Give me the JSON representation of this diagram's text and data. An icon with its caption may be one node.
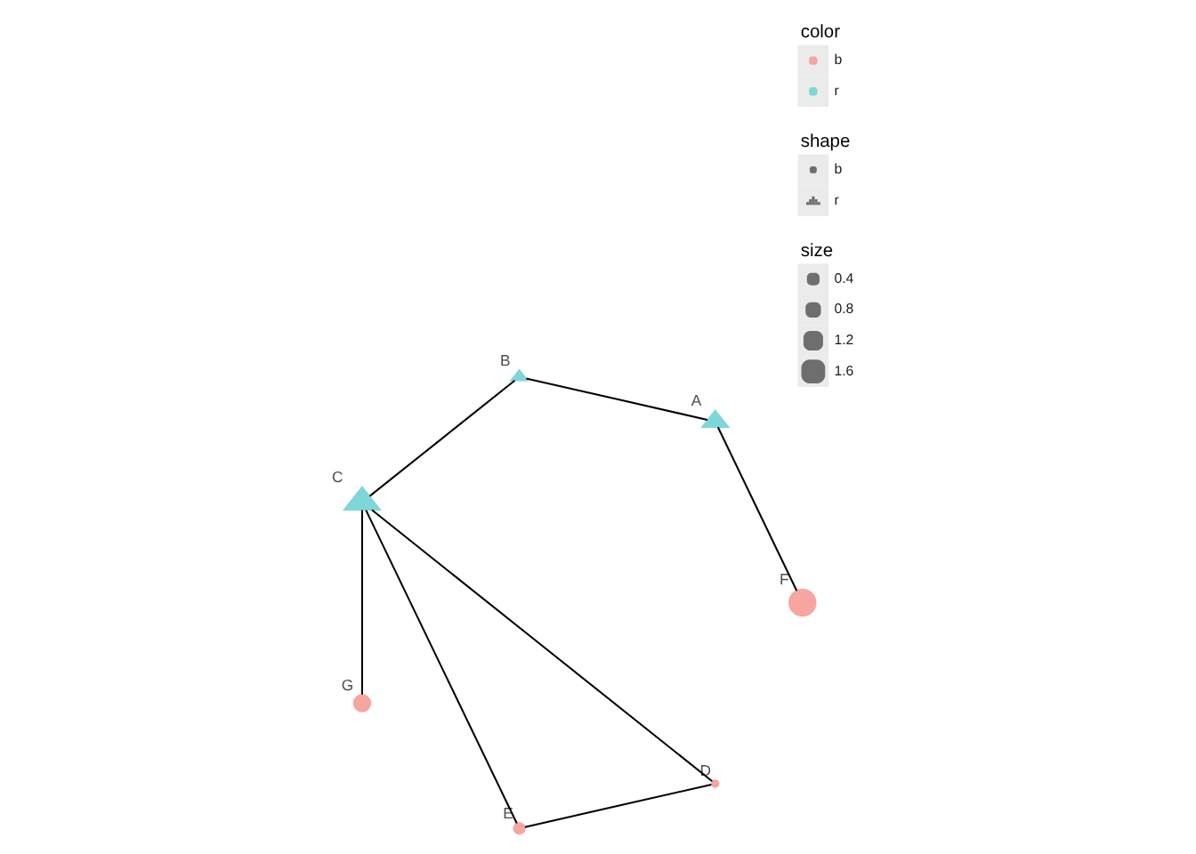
{
  "diagram": {
    "nodes": [
      {
        "text": [],
        "shape": "triangle",
        "beside": [
          "A"
        ]
      },
      {
        "text": [],
        "shape": "triangle",
        "beside": [
          "B"
        ]
      },
      {
        "text": [],
        "shape": "triangle",
        "beside": [
          "C"
        ]
      },
      {
        "text": [],
        "shape": "circle",
        "beside": [
          "D"
        ]
      },
      {
        "text": [],
        "shape": "circle",
        "beside": [
          "E"
        ]
      },
      {
        "text": [],
        "shape": "circle",
        "beside": [
          "F"
        ]
      },
      {
        "text": [],
        "shape": "circle",
        "beside": [
          "G"
        ]
      }
    ],
    "edges": [
      {
        "from": 0,
        "to": 5,
        "arrow": "none"
      },
      {
        "from": 0,
        "to": 1,
        "arrow": "none"
      },
      {
        "from": 1,
        "to": 2,
        "arrow": "none"
      },
      {
        "from": 6,
        "to": 2,
        "arrow": "none"
      },
      {
        "from": 4,
        "to": 2,
        "arrow": "none"
      },
      {
        "from": 4,
        "to": 3,
        "arrow": "none"
      },
      {
        "from": 3,
        "to": 2,
        "arrow": "none"
      }
    ],
    "labels": [
      "color",
      "shape",
      "size"
    ],
    "legend": [
      {
        "text": "b",
        "color": "#f6a5a0"
      },
      {
        "text": "r",
        "color": "#7fd6d8"
      },
      {
        "text": "b"
      },
      {
        "text": "r"
      },
      {
        "text": "0.4"
      },
      {
        "text": "0.8"
      },
      {
        "text": "1.2"
      },
      {
        "text": "1.6"
      }
    ]
  }
}
